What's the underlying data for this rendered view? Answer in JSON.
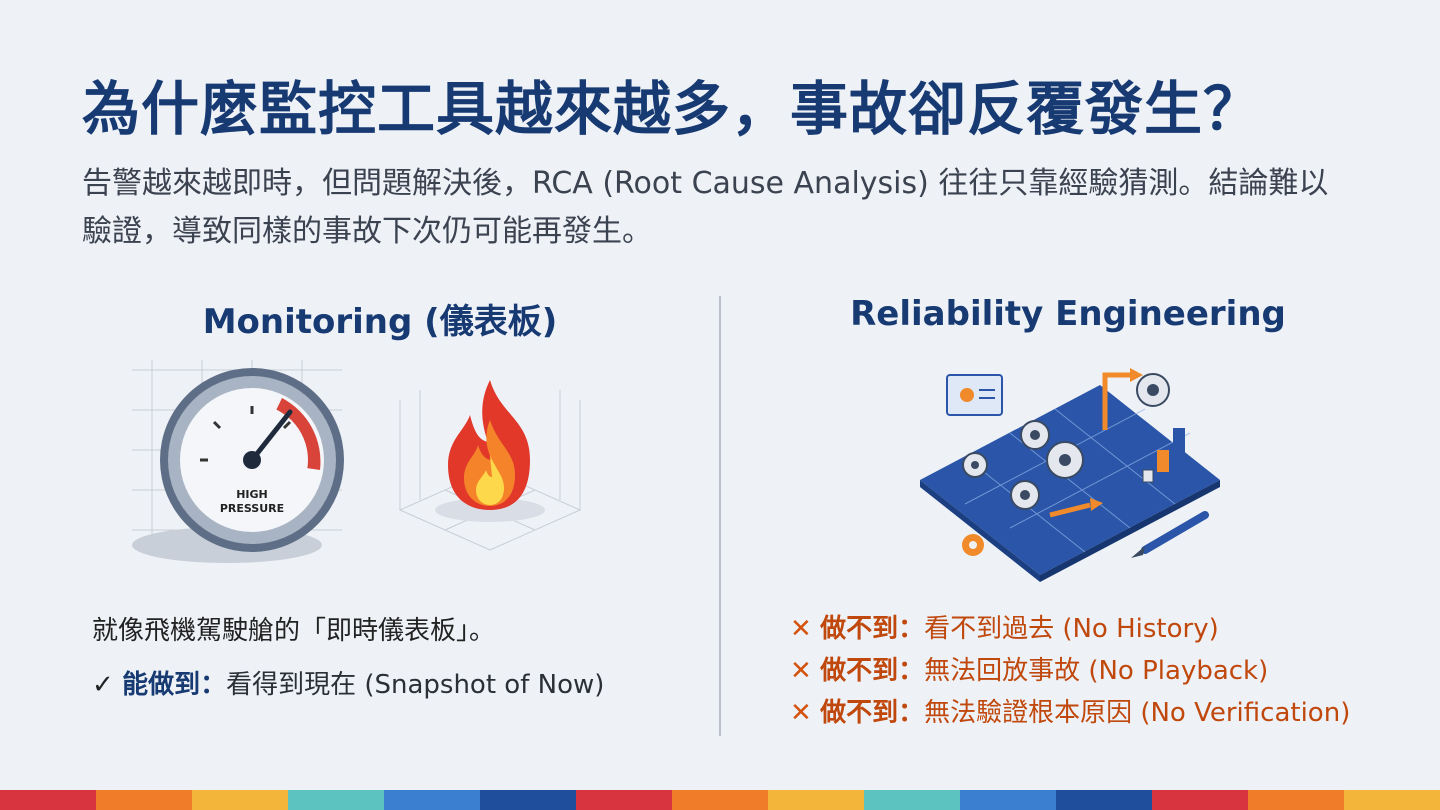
{
  "title": "為什麼監控工具越來越多，事故卻反覆發生？",
  "subtitle": "告警越來越即時，但問題解決後，RCA (Root Cause Analysis) 往往只靠經驗猜測。結論難以驗證，導致同樣的事故下次仍可能再發生。",
  "left": {
    "heading": "Monitoring (儀表板)",
    "gauge_text": [
      "HIGH",
      "PRESSURE"
    ],
    "caption": "就像飛機駕駛艙的「即時儀表板」。",
    "can": {
      "mark": "✓",
      "label": "能做到：",
      "text": "看得到現在 (Snapshot of Now)"
    }
  },
  "right": {
    "heading": "Reliability Engineering",
    "cannot": [
      {
        "mark": "✕",
        "label": "做不到：",
        "text": "看不到過去 (No History)"
      },
      {
        "mark": "✕",
        "label": "做不到：",
        "text": "無法回放事故 (No Playback)"
      },
      {
        "mark": "✕",
        "label": "做不到：",
        "text": "無法驗證根本原因 (No Verification)"
      }
    ]
  },
  "colors": {
    "title": "#173a73",
    "accent_orange": "#d4520e",
    "bar": [
      "#d8343f",
      "#f07c2a",
      "#f3b53a",
      "#5cc3c0",
      "#3a7fd0",
      "#1f4e9c"
    ]
  },
  "icons": [
    "pressure-gauge-icon",
    "fire-icon",
    "blueprint-gears-icon",
    "check-icon",
    "cross-icon"
  ]
}
